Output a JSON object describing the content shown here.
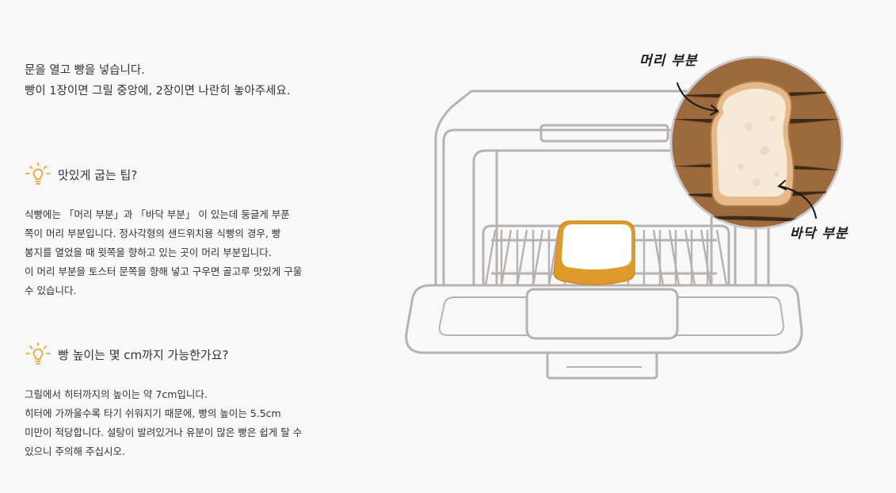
{
  "intro": {
    "line1": "문을 열고 빵을 넣습니다.",
    "line2": "빵이 1장이면 그릴 중앙에, 2장이면 나란히 놓아주세요."
  },
  "tips": [
    {
      "title": "맛있게 굽는 팁?",
      "lines": [
        "식빵에는 「머리 부분」과 「바닥 부분」 이 있는데 둥글게 부푼",
        "쪽이 머리 부분입니다. 정사각형의 샌드위치용 식빵의 경우, 빵",
        "봉지를 열었을 때 윗쪽을 향하고 있는 곳이 머리 부분입니다.",
        "이 머리 부분을 토스터 문쪽을 향해 넣고 구우면 골고루 맛있게 구울",
        "수 있습니다."
      ]
    },
    {
      "title": "빵 높이는 몇 cm까지 가능한가요?",
      "lines": [
        "그릴에서 히터까지의 높이는 약 7cm입니다.",
        "히터에 가까울수록 타기 쉬워지기 때문에, 빵의 높이는 5.5cm",
        "미만이 적당합니다. 설탕이 발려있거나 유분이 많은 빵은 쉽게 탈 수",
        "있으니 주의해 주십시오."
      ]
    }
  ],
  "illustration": {
    "label_top": "머리 부분",
    "label_bottom": "바닥 부분",
    "colors": {
      "toaster_outline": "#b5b2b2",
      "bread_crust": "#e09a2c",
      "bread_inside": "#ffffff",
      "wood": "#9c6a3c"
    }
  },
  "icons": {
    "tip": "lightbulb-icon"
  }
}
